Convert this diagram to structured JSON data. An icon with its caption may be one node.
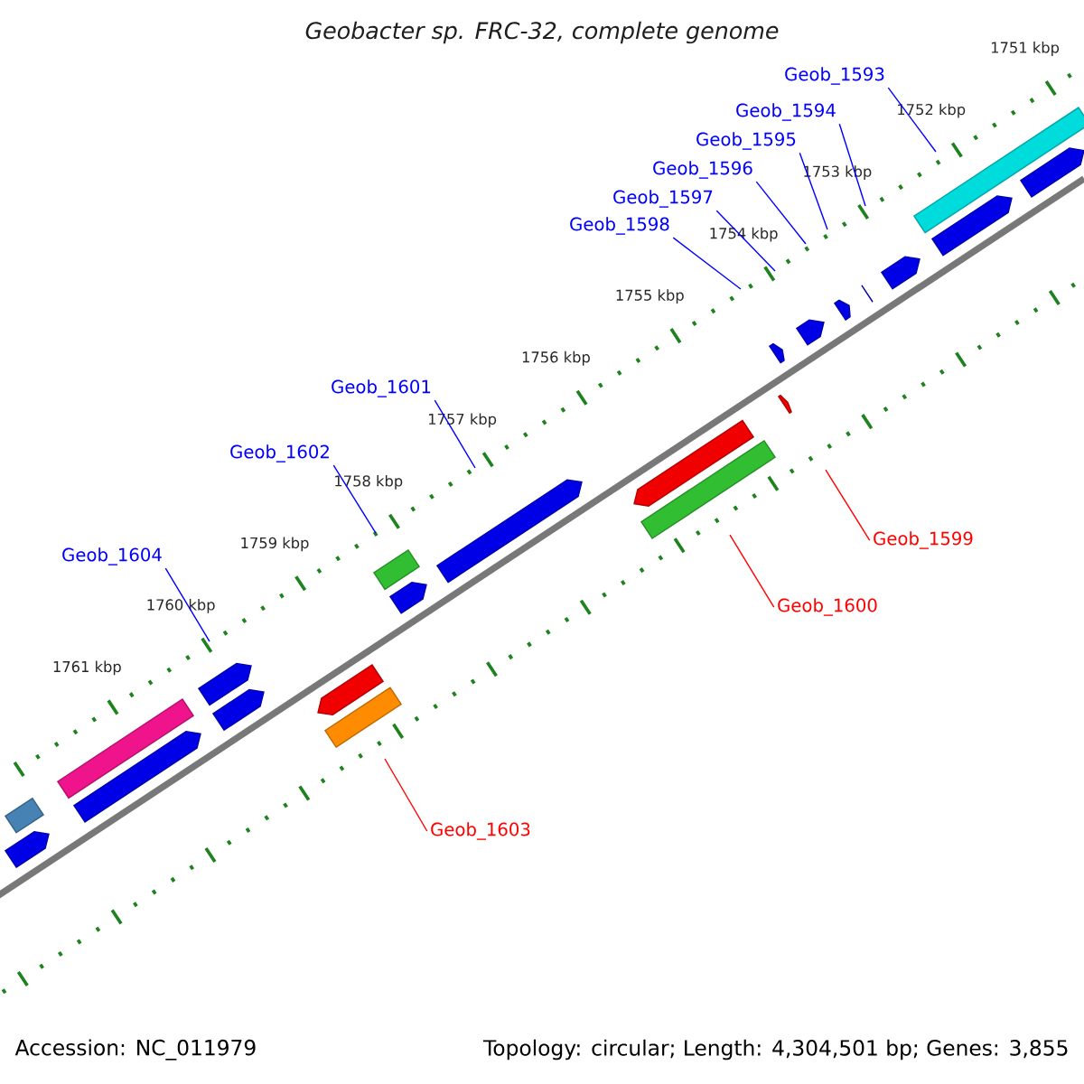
{
  "diagram": {
    "title": "Geobacter sp. FRC-32, complete genome",
    "nodes": [
      {
        "text": [
          "Geob_1593"
        ]
      },
      {
        "text": [
          "Geob_1594"
        ]
      },
      {
        "text": [
          "Geob_1595"
        ]
      },
      {
        "text": [
          "Geob_1596"
        ]
      },
      {
        "text": [
          "Geob_1597"
        ]
      },
      {
        "text": [
          "Geob_1598"
        ]
      },
      {
        "text": [
          "Geob_1601"
        ]
      },
      {
        "text": [
          "Geob_1602"
        ]
      },
      {
        "text": [
          "Geob_1604"
        ]
      },
      {
        "text": [
          "Geob_1599"
        ]
      },
      {
        "text": [
          "Geob_1600"
        ]
      },
      {
        "text": [
          "Geob_1603"
        ]
      }
    ],
    "edges": [
      {
        "from": 0,
        "to": null,
        "arrow": "none"
      },
      {
        "from": 1,
        "to": null,
        "arrow": "none"
      },
      {
        "from": 2,
        "to": null,
        "arrow": "none"
      },
      {
        "from": 3,
        "to": null,
        "arrow": "none"
      },
      {
        "from": 4,
        "to": null,
        "arrow": "none"
      },
      {
        "from": 5,
        "to": null,
        "arrow": "none"
      },
      {
        "from": 6,
        "to": null,
        "arrow": "none"
      },
      {
        "from": 7,
        "to": null,
        "arrow": "none"
      },
      {
        "from": 8,
        "to": null,
        "arrow": "none"
      },
      {
        "from": 9,
        "to": null,
        "arrow": "none",
        "color": "#ff0000"
      },
      {
        "from": 10,
        "to": null,
        "arrow": "none",
        "color": "#ff0000"
      },
      {
        "from": 11,
        "to": null,
        "arrow": "none",
        "color": "#ff0000"
      }
    ],
    "labels": [
      "1751 kbp",
      "1752 kbp",
      "1753 kbp",
      "1754 kbp",
      "1755 kbp",
      "1756 kbp",
      "1757 kbp",
      "1758 kbp",
      "1759 kbp",
      "1760 kbp",
      "1761 kbp",
      "Accession: NC_011979",
      "Topology: circular; Length: 4,304,501 bp; Genes: 3,855"
    ]
  }
}
